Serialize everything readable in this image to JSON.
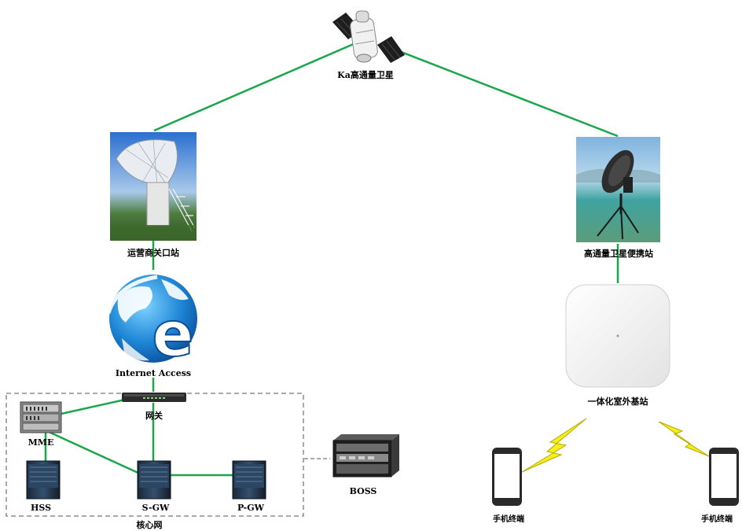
{
  "nodes": {
    "satellite": {
      "label": "Ka高通量卫星",
      "icon": "satellite-icon"
    },
    "gateway_station": {
      "label": "运营商关口站",
      "icon": "large-dish-antenna-icon"
    },
    "portable_station": {
      "label": "高通量卫星便携站",
      "icon": "portable-dish-antenna-icon"
    },
    "internet": {
      "label": "Internet Access",
      "icon": "internet-globe-icon"
    },
    "gateway": {
      "label": "网关",
      "icon": "router-icon"
    },
    "mme": {
      "label": "MME",
      "icon": "chassis-server-icon"
    },
    "hss": {
      "label": "HSS",
      "icon": "cabinet-server-icon"
    },
    "sgw": {
      "label": "S-GW",
      "icon": "cabinet-server-icon"
    },
    "pgw": {
      "label": "P-GW",
      "icon": "cabinet-server-icon"
    },
    "boss": {
      "label": "BOSS",
      "icon": "rack-server-icon"
    },
    "core_network": {
      "label": "核心网"
    },
    "base_station": {
      "label": "一体化室外基站",
      "icon": "access-point-icon"
    },
    "phone_left": {
      "label": "手机终端",
      "icon": "mobile-phone-icon"
    },
    "phone_right": {
      "label": "手机终端",
      "icon": "mobile-phone-icon"
    }
  },
  "colors": {
    "link": "#1aa64a",
    "lightning": "#f2ef1b",
    "dashed_border": "#555555"
  }
}
